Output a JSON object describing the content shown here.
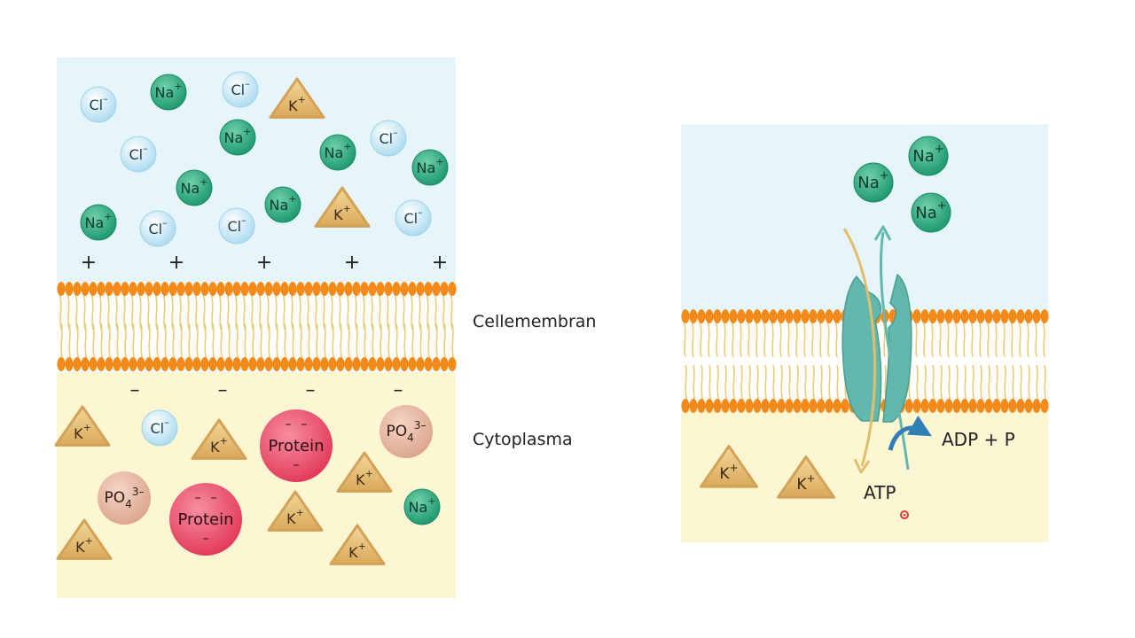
{
  "labels": {
    "membrane": "Cellemembran",
    "cytoplasm": "Cytoplasma",
    "adp_p": "ADP + P",
    "atp": "ATP"
  },
  "ions": {
    "na": "Na",
    "k": "K",
    "cl": "Cl",
    "po4": "PO",
    "po4_sub": "4",
    "po4_sup": "3–",
    "protein": "Protein",
    "plus": "+",
    "minus": "–"
  },
  "colors": {
    "extracellular": "#e6f5fa",
    "cytoplasm": "#fdf6d3",
    "lipid_head": "#f28a1c",
    "lipid_tail": "#e9cf78",
    "na": "#34b087",
    "cl": "#bfe5f5",
    "k": "#e9c27a",
    "protein": "#ea4f6a",
    "po4": "#e6b7a0",
    "pump": "#62b8ac",
    "arrow_blue": "#2f7fb6"
  }
}
